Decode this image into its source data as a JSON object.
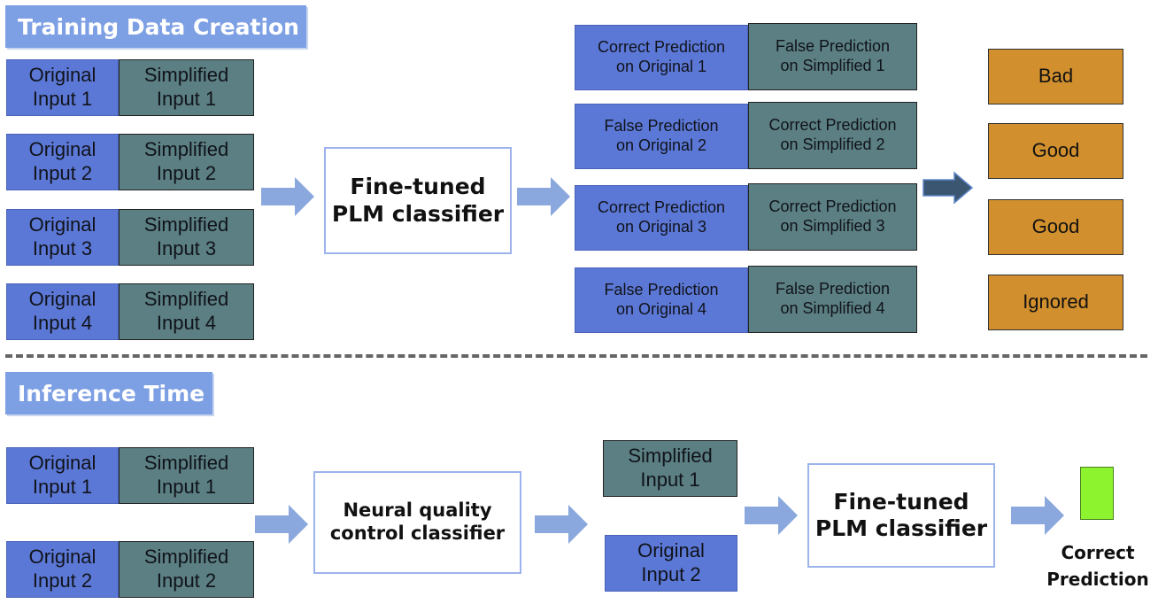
{
  "training": {
    "header": "Training Data Creation",
    "pairs": [
      {
        "original": "Original\nInput 1",
        "simplified": "Simplified\nInput 1"
      },
      {
        "original": "Original\nInput 2",
        "simplified": "Simplified\nInput 2"
      },
      {
        "original": "Original\nInput 3",
        "simplified": "Simplified\nInput 3"
      },
      {
        "original": "Original\nInput 4",
        "simplified": "Simplified\nInput 4"
      }
    ],
    "classifier": "Fine-tuned\nPLM classifier",
    "predictions": [
      {
        "original": "Correct Prediction\non Original 1",
        "simplified": "False Prediction\non Simplified 1"
      },
      {
        "original": "False Prediction\non Original 2",
        "simplified": "Correct Prediction\non Simplified 2"
      },
      {
        "original": "Correct Prediction\non Original 3",
        "simplified": "Correct Prediction\non Simplified 3"
      },
      {
        "original": "False Prediction\non Original 4",
        "simplified": "False Prediction\non Simplified 4"
      }
    ],
    "labels": [
      "Bad",
      "Good",
      "Good",
      "Ignored"
    ]
  },
  "inference": {
    "header": "Inference Time",
    "pairs": [
      {
        "original": "Original\nInput 1",
        "simplified": "Simplified\nInput 1"
      },
      {
        "original": "Original\nInput 2",
        "simplified": "Simplified\nInput 2"
      }
    ],
    "quality_classifier": "Neural quality\ncontrol classifier",
    "selected": {
      "simplified": "Simplified\nInput 1",
      "original": "Original\nInput 2"
    },
    "classifier": "Fine-tuned\nPLM classifier",
    "output_label": "Correct\nPrediction"
  },
  "colors": {
    "original": "#5c78d6",
    "simplified": "#5b7f82",
    "label": "#d18f2e",
    "header": "#7d9fe3",
    "arrow": "#8aa8dd",
    "dark_arrow": "#3b5670",
    "correct": "#8ef32f"
  }
}
